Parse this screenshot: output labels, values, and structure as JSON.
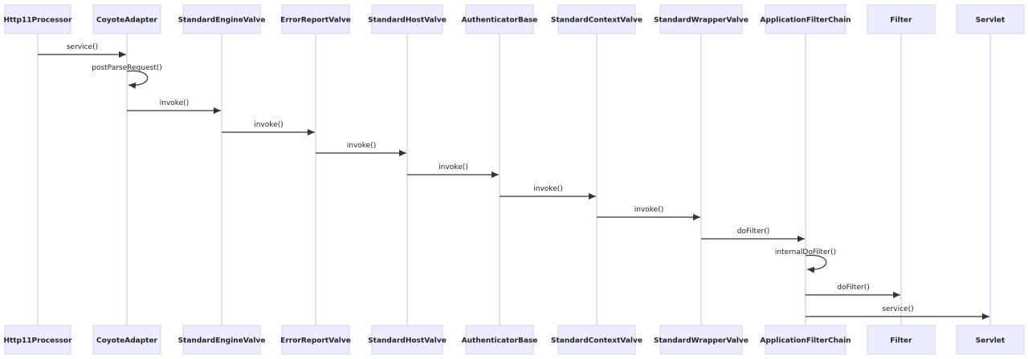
{
  "actors": [
    {
      "id": "Http11Processor",
      "label": "Http11Processor"
    },
    {
      "id": "CoyoteAdapter",
      "label": "CoyoteAdapter"
    },
    {
      "id": "StandardEngineValve",
      "label": "StandardEngineValve"
    },
    {
      "id": "ErrorReportValve",
      "label": "ErrorReportValve"
    },
    {
      "id": "StandardHostValve",
      "label": "StandardHostValve"
    },
    {
      "id": "AuthenticatorBase",
      "label": "AuthenticatorBase"
    },
    {
      "id": "StandardContextValve",
      "label": "StandardContextValve"
    },
    {
      "id": "StandardWrapperValve",
      "label": "StandardWrapperValve"
    },
    {
      "id": "ApplicationFilterChain",
      "label": "ApplicationFilterChain"
    },
    {
      "id": "Filter",
      "label": "Filter"
    },
    {
      "id": "Servlet",
      "label": "Servlet"
    }
  ],
  "messages": [
    {
      "from": "Http11Processor",
      "to": "CoyoteAdapter",
      "label": "service()"
    },
    {
      "from": "CoyoteAdapter",
      "to": "CoyoteAdapter",
      "label": "postParseRequest()"
    },
    {
      "from": "CoyoteAdapter",
      "to": "StandardEngineValve",
      "label": "invoke()"
    },
    {
      "from": "StandardEngineValve",
      "to": "ErrorReportValve",
      "label": "invoke()"
    },
    {
      "from": "ErrorReportValve",
      "to": "StandardHostValve",
      "label": "invoke()"
    },
    {
      "from": "StandardHostValve",
      "to": "AuthenticatorBase",
      "label": "invoke()"
    },
    {
      "from": "AuthenticatorBase",
      "to": "StandardContextValve",
      "label": "invoke()"
    },
    {
      "from": "StandardContextValve",
      "to": "StandardWrapperValve",
      "label": "invoke()"
    },
    {
      "from": "StandardWrapperValve",
      "to": "ApplicationFilterChain",
      "label": "doFilter()"
    },
    {
      "from": "ApplicationFilterChain",
      "to": "ApplicationFilterChain",
      "label": "internalDoFilter()"
    },
    {
      "from": "ApplicationFilterChain",
      "to": "Filter",
      "label": "doFilter()"
    },
    {
      "from": "ApplicationFilterChain",
      "to": "Servlet",
      "label": "service()"
    }
  ]
}
